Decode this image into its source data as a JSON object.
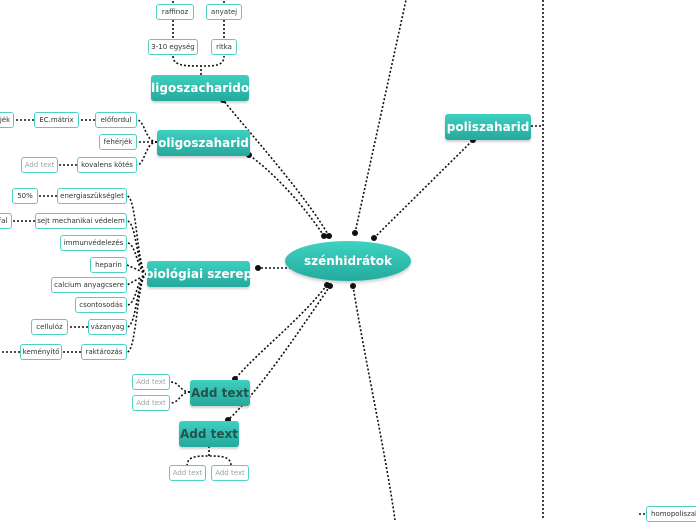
{
  "center": {
    "label": "szénhidrátok"
  },
  "topics": {
    "oligoszacharidok": "oligoszacharidok",
    "oligoszaharid": "oligoszaharid",
    "biologiai_szerep": "biológiai szerep",
    "poliszaharid": "poliszaharid",
    "add_text_1": "Add text",
    "add_text_2": "Add text"
  },
  "oligoszacharidok_children": {
    "raffinoz": "raffinoz",
    "anyatej": "anyatej",
    "egyseg": "3-10 egység",
    "ritka": "ritka"
  },
  "oligoszaharid_children": {
    "elofordul": "előfordul",
    "ec_matrix": "EC.mátrix",
    "jek": "jék",
    "feherje": "fehérjék",
    "kovalens_kotes": "kovalens kötés",
    "add_text": "Add text"
  },
  "biologiai_children": {
    "energia": "energiaszükséglet",
    "energia_pct": "50%",
    "sejt_vedelem": "sejt mechanikai védelem",
    "fal": "fal",
    "immun": "immunvédelezés",
    "heparin": "heparin",
    "calcium": "calcium anyagcsere",
    "csont": "csontosodás",
    "vazanyag": "vázanyag",
    "cellulo": "cellulóz",
    "raktar": "raktározás",
    "kemenyito": "keményítő"
  },
  "add_text_1_children": {
    "a": "Add text",
    "b": "Add text"
  },
  "add_text_2_children": {
    "a": "Add text",
    "b": "Add text"
  },
  "poliszaharid_children": {
    "homopoli": "homopoliszah"
  },
  "colors": {
    "accent": "#2bb8aa",
    "leaf_border": "#4fd1c1",
    "line": "#111111"
  }
}
